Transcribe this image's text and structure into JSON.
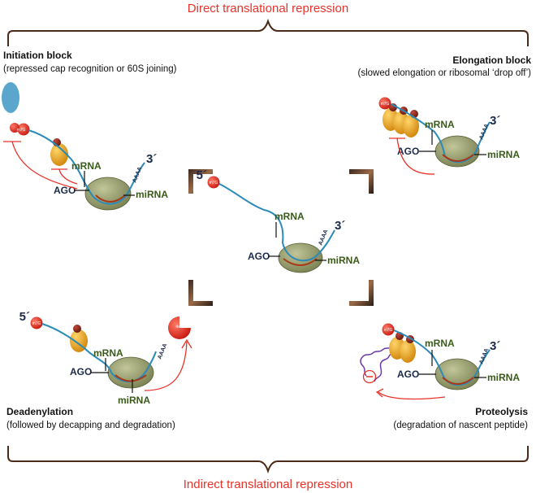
{
  "headers": {
    "top": "Direct translational repression",
    "bottom": "Indirect translational repression"
  },
  "panels": {
    "initiation": {
      "title": "Initiation block",
      "subtitle": "(repressed cap recognition or 60S joining)"
    },
    "elongation": {
      "title": "Elongation block",
      "subtitle": "(slowed elongation or ribosomal ‘drop off’)"
    },
    "deadenylation": {
      "title": "Deadenylation",
      "subtitle": "(followed by decapping and degradation)"
    },
    "proteolysis": {
      "title": "Proteolysis",
      "subtitle": "(degradation of nascent peptide)"
    }
  },
  "labels": {
    "mrna": "mRNA",
    "mirna": "miRNA",
    "ago": "AGO",
    "five_prime": "5´",
    "three_prime": "3´",
    "poly_a": "AAAA",
    "cap": "m7G",
    "deadenylase": "dead"
  },
  "colors": {
    "header_red": "#e8322a",
    "mrna_blue": "#2a8ab8",
    "label_green": "#3a5a1a",
    "ago_navy": "#1b2a4a",
    "mirna_red": "#a83818",
    "ribosome_orange": "#f0a020",
    "complex_olive": "#9a9e70",
    "eif4e_blue": "#5ba6cc",
    "peptide_purple": "#6a3aa8"
  }
}
